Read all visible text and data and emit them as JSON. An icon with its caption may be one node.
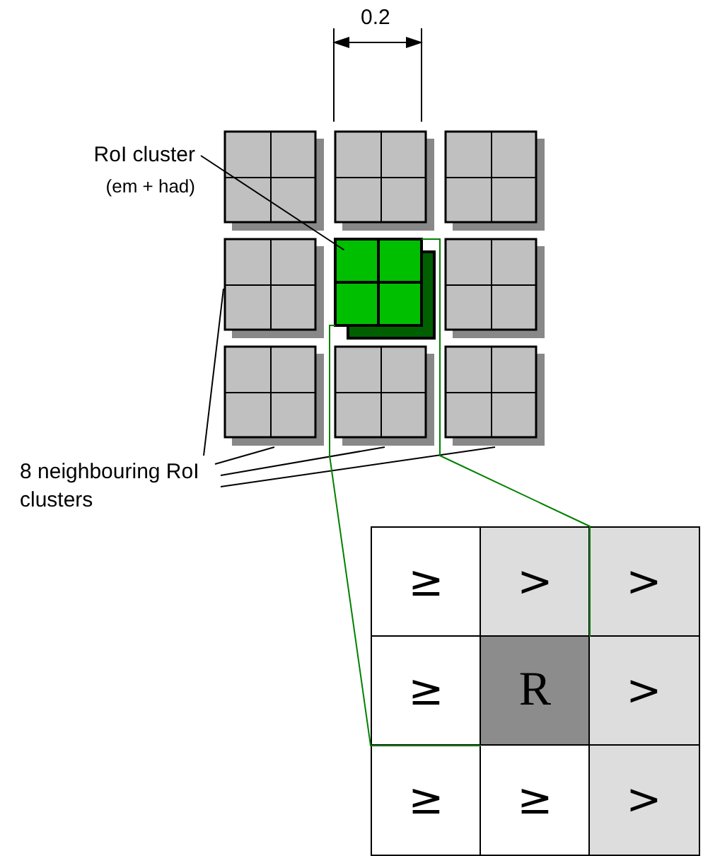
{
  "diagram": {
    "nodes": [
      {
        "text": [
          "RoI cluster",
          "(em + had)"
        ]
      },
      {
        "text": [],
        "shape": "box"
      },
      {
        "text": [
          "8 neighbouring RoI clusters"
        ]
      },
      {
        "text": [],
        "shape": "box"
      },
      {
        "text": [],
        "shape": "box"
      },
      {
        "text": [],
        "shape": "box"
      },
      {
        "text": [],
        "shape": "box"
      },
      {
        "text": [],
        "shape": "box"
      },
      {
        "text": [],
        "shape": "box"
      },
      {
        "text": [],
        "shape": "box"
      },
      {
        "text": [],
        "shape": "box"
      },
      {
        "text": [
          "≥"
        ]
      },
      {
        "text": [
          ">"
        ]
      },
      {
        "text": [
          ">"
        ]
      },
      {
        "text": [
          "≥"
        ]
      },
      {
        "text": [
          "R"
        ]
      },
      {
        "text": [
          ">"
        ]
      },
      {
        "text": [
          "≥"
        ]
      },
      {
        "text": [
          "≥"
        ]
      },
      {
        "text": [
          ">"
        ]
      }
    ],
    "edges": [
      {
        "from": 0,
        "to": 1,
        "arrow": "none"
      },
      {
        "from": 2,
        "to": 6,
        "arrow": "none"
      },
      {
        "from": 2,
        "to": 8,
        "arrow": "none"
      },
      {
        "from": 2,
        "to": 9,
        "arrow": "none"
      },
      {
        "from": 2,
        "to": 10,
        "arrow": "none"
      },
      {
        "from": 1,
        "to": 15,
        "arrow": "none",
        "color": "#008000"
      },
      {
        "from": 1,
        "to": 15,
        "arrow": "none",
        "color": "#008000"
      }
    ],
    "labels": [
      "0.2"
    ]
  }
}
